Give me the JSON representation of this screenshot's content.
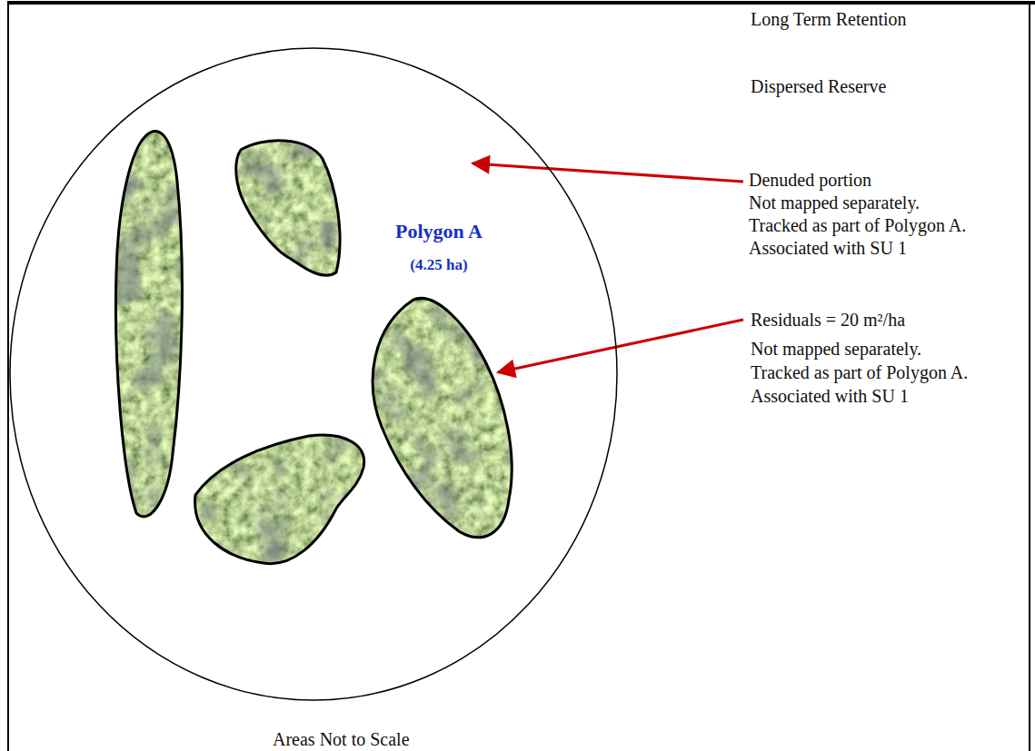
{
  "diagram": {
    "nodes": [
      {
        "text": [
          "Polygon A",
          "(4.25 ha)"
        ]
      }
    ],
    "labels": [
      "Long Term Retention",
      "Dispersed Reserve",
      "Denuded portion",
      "Not mapped separately.",
      "Tracked as part of Polygon A.",
      "Associated with SU 1",
      "Residuals = 20 m²/ha",
      "Not mapped separately.",
      "Tracked as part of Polygon A.",
      "Associated with SU 1",
      "Areas Not to Scale"
    ]
  }
}
